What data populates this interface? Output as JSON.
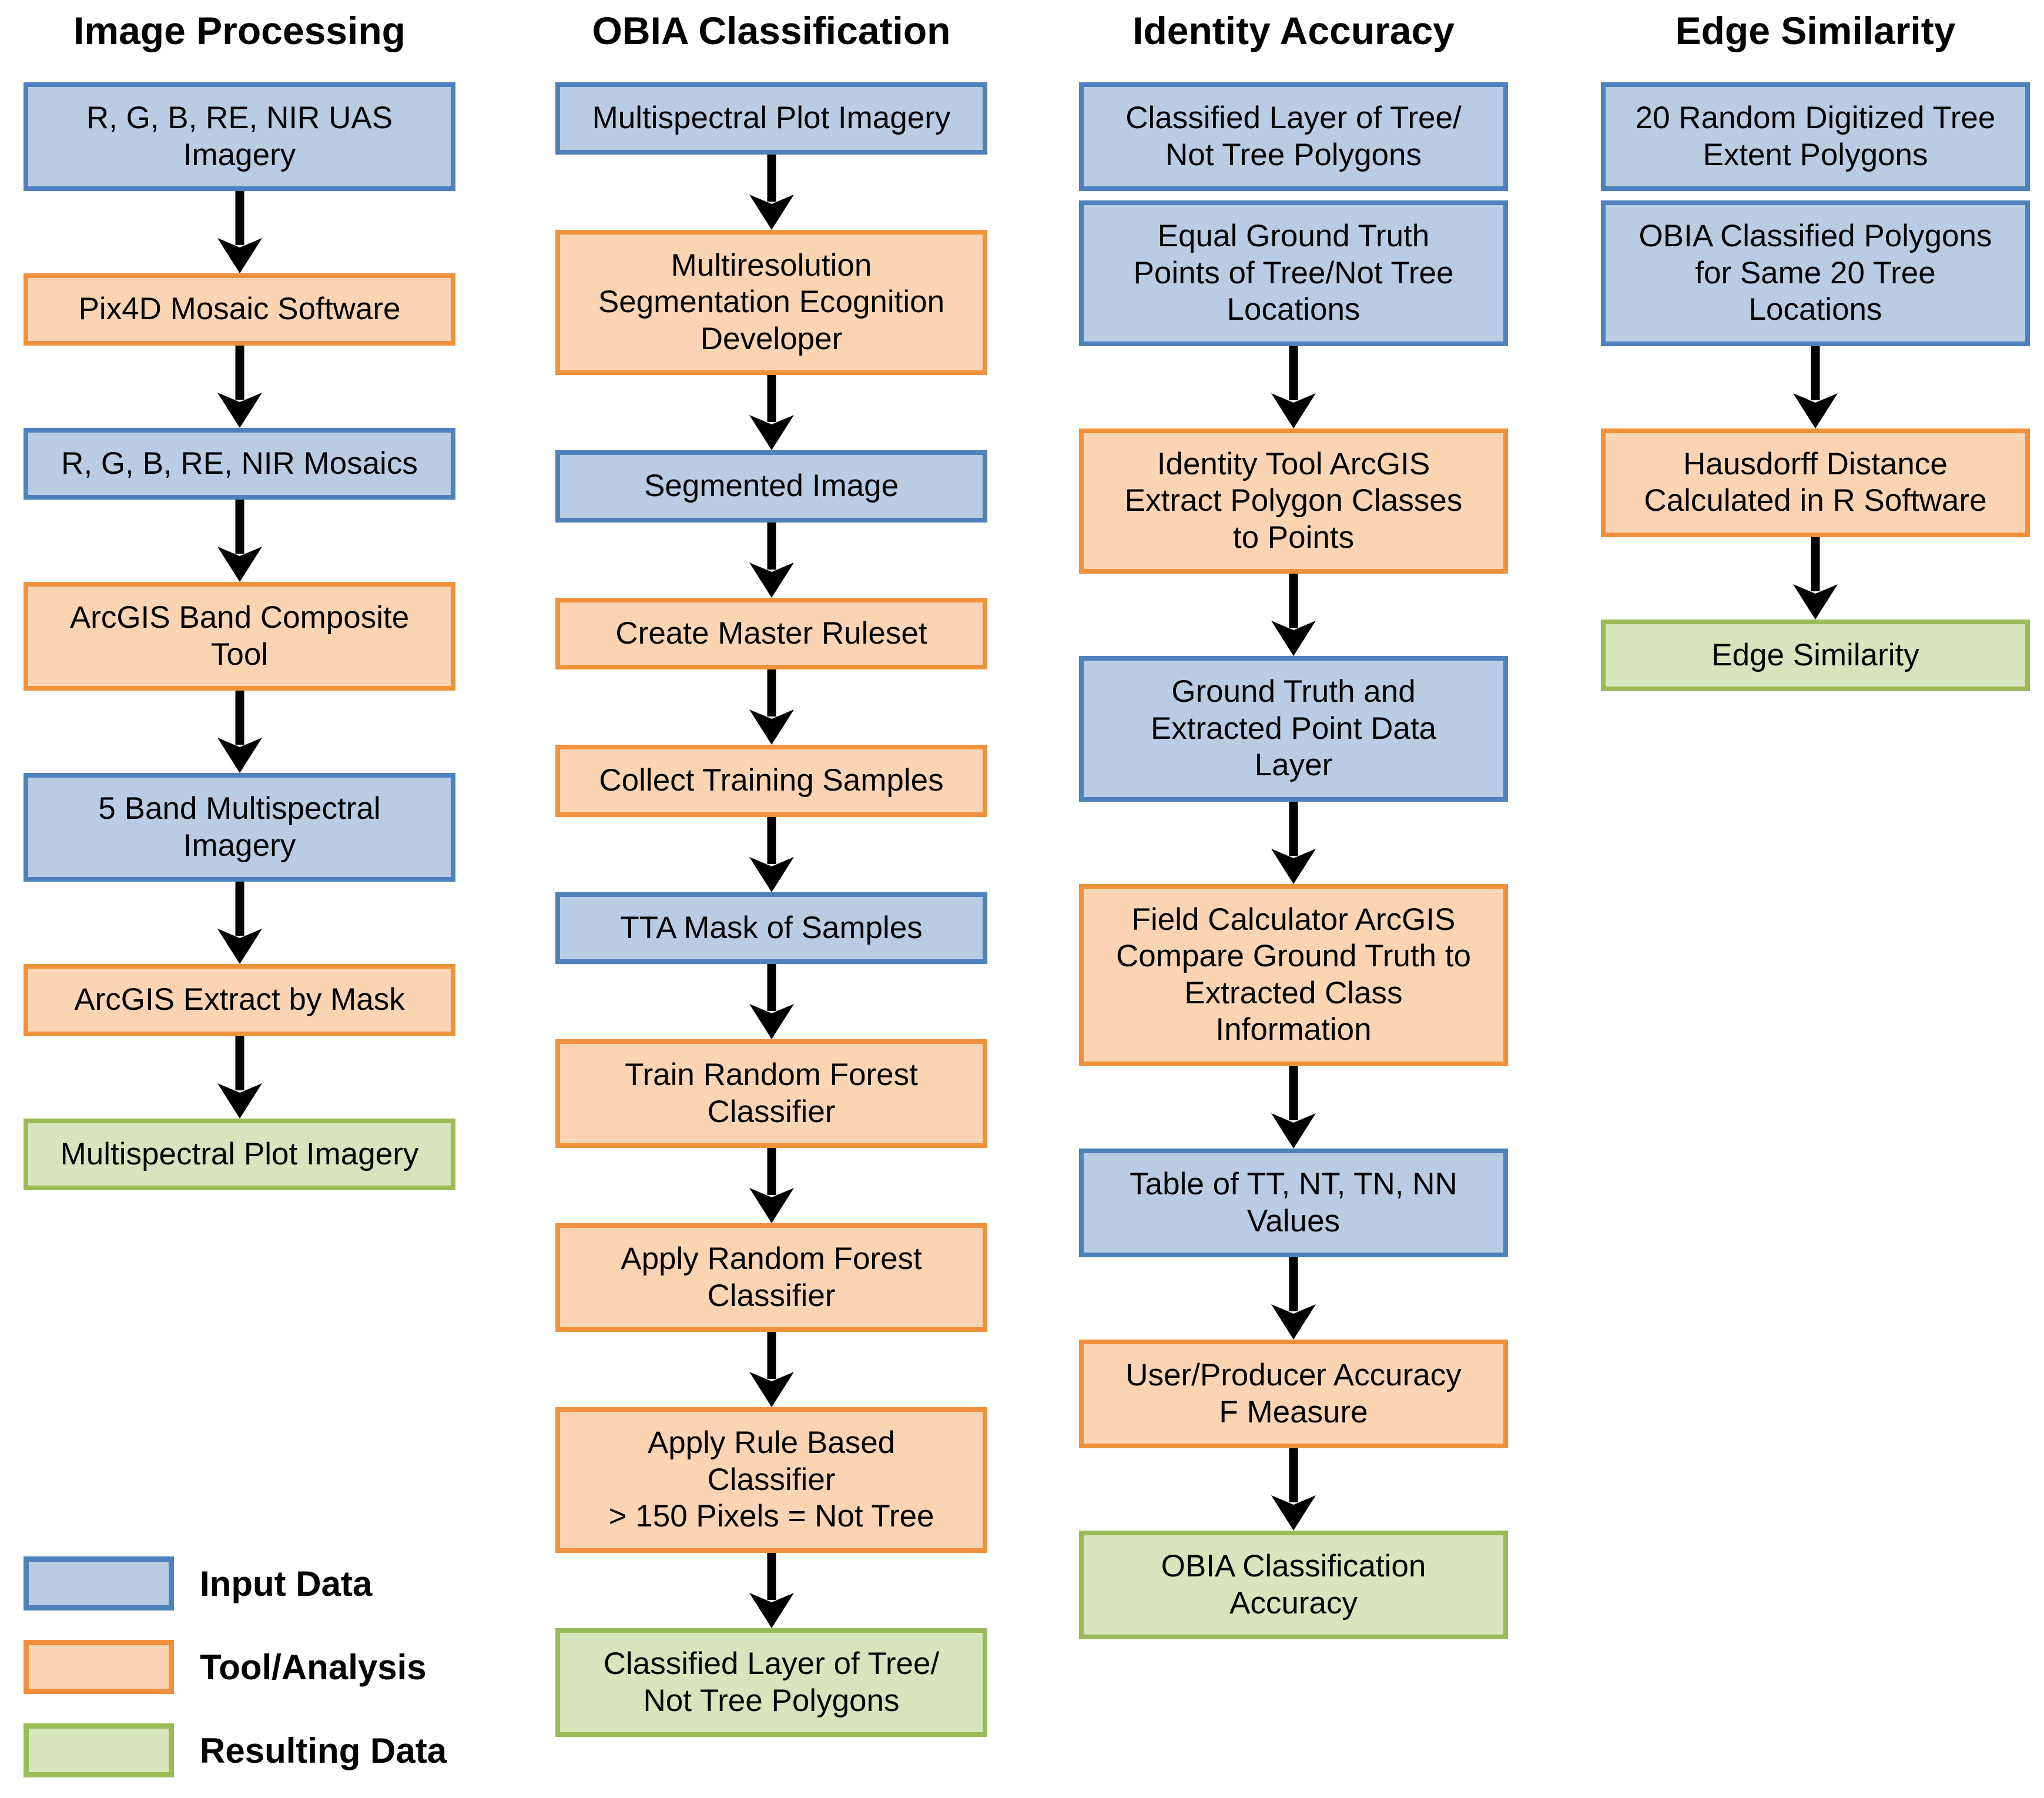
{
  "colors": {
    "input": {
      "fill": "#B8CCE4",
      "border": "#4F81BD"
    },
    "tool": {
      "fill": "#FBD4B4",
      "border": "#F0913C"
    },
    "result": {
      "fill": "#D7E4BC",
      "border": "#9BBB59"
    },
    "arrow": "#000000",
    "text": "#000000"
  },
  "legend": {
    "items": [
      {
        "type": "input",
        "label": "Input Data"
      },
      {
        "type": "tool",
        "label": "Tool/Analysis"
      },
      {
        "type": "result",
        "label": "Resulting Data"
      }
    ]
  },
  "columns": [
    {
      "title": "Image Processing",
      "nodes": [
        {
          "type": "input",
          "label": "R, G, B, RE, NIR UAS\nImagery",
          "arrow_after": true
        },
        {
          "type": "tool",
          "label": "Pix4D Mosaic Software",
          "arrow_after": true
        },
        {
          "type": "input",
          "label": "R, G, B, RE, NIR Mosaics",
          "arrow_after": true
        },
        {
          "type": "tool",
          "label": "ArcGIS Band Composite\nTool",
          "arrow_after": true
        },
        {
          "type": "input",
          "label": "5 Band Multispectral\nImagery",
          "arrow_after": true
        },
        {
          "type": "tool",
          "label": "ArcGIS Extract by Mask",
          "arrow_after": true
        },
        {
          "type": "result",
          "label": "Multispectral Plot Imagery",
          "arrow_after": false
        }
      ]
    },
    {
      "title": "OBIA Classification",
      "nodes": [
        {
          "type": "input",
          "label": "Multispectral Plot Imagery",
          "arrow_after": true
        },
        {
          "type": "tool",
          "label": "Multiresolution\nSegmentation Ecognition\nDeveloper",
          "arrow_after": true
        },
        {
          "type": "input",
          "label": "Segmented Image",
          "arrow_after": true
        },
        {
          "type": "tool",
          "label": "Create Master Ruleset",
          "arrow_after": true
        },
        {
          "type": "tool",
          "label": "Collect Training Samples",
          "arrow_after": true
        },
        {
          "type": "input",
          "label": "TTA Mask of Samples",
          "arrow_after": true
        },
        {
          "type": "tool",
          "label": "Train Random Forest\nClassifier",
          "arrow_after": true
        },
        {
          "type": "tool",
          "label": "Apply Random Forest\nClassifier",
          "arrow_after": true
        },
        {
          "type": "tool",
          "label": "Apply Rule Based\nClassifier\n> 150 Pixels = Not Tree",
          "arrow_after": true
        },
        {
          "type": "result",
          "label": "Classified Layer of Tree/\nNot Tree Polygons",
          "arrow_after": false
        }
      ]
    },
    {
      "title": "Identity Accuracy",
      "nodes": [
        {
          "type": "input",
          "label": "Classified Layer of Tree/\nNot Tree Polygons",
          "arrow_after": false
        },
        {
          "type": "input",
          "label": "Equal Ground Truth\nPoints of Tree/Not Tree\nLocations",
          "arrow_after": true
        },
        {
          "type": "tool",
          "label": "Identity Tool ArcGIS\nExtract Polygon Classes\nto Points",
          "arrow_after": true
        },
        {
          "type": "input",
          "label": "Ground Truth and\nExtracted Point Data\nLayer",
          "arrow_after": true
        },
        {
          "type": "tool",
          "label": "Field Calculator ArcGIS\nCompare Ground Truth to\nExtracted Class\nInformation",
          "arrow_after": true
        },
        {
          "type": "input",
          "label": "Table of TT, NT, TN, NN\nValues",
          "arrow_after": true
        },
        {
          "type": "tool",
          "label": "User/Producer Accuracy\nF Measure",
          "arrow_after": true
        },
        {
          "type": "result",
          "label": "OBIA Classification\nAccuracy",
          "arrow_after": false
        }
      ]
    },
    {
      "title": "Edge Similarity",
      "nodes": [
        {
          "type": "input",
          "label": "20 Random Digitized Tree\nExtent Polygons",
          "arrow_after": false
        },
        {
          "type": "input",
          "label": "OBIA Classified Polygons\nfor Same 20 Tree\nLocations",
          "arrow_after": true
        },
        {
          "type": "tool",
          "label": "Hausdorff Distance\nCalculated in R Software",
          "arrow_after": true
        },
        {
          "type": "result",
          "label": "Edge Similarity",
          "arrow_after": false
        }
      ]
    }
  ]
}
